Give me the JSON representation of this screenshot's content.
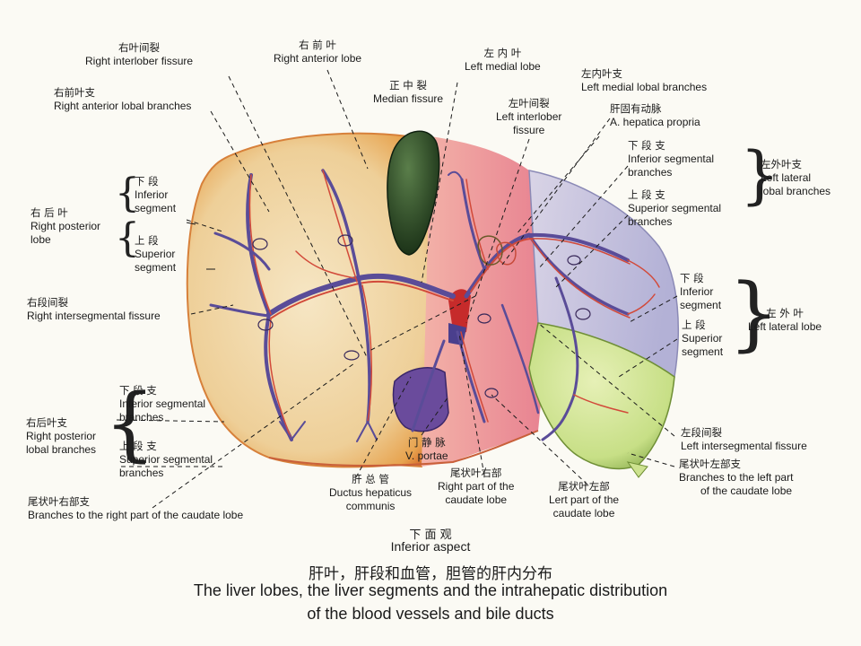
{
  "labels": {
    "right_interlobar": {
      "zh": "右叶间裂",
      "en": "Right interlober fissure"
    },
    "right_anterior_lobe": {
      "zh": "右 前 叶",
      "en": "Right anterior lobe"
    },
    "left_medial_lobe": {
      "zh": "左 内 叶",
      "en": "Left medial lobe"
    },
    "median_fissure": {
      "zh": "正 中 裂",
      "en": "Median fissure"
    },
    "left_medial_lobal_branches": {
      "zh": "左内叶支",
      "en": "Left medial lobal branches"
    },
    "right_anterior_lobal_branches": {
      "zh": "右前叶支",
      "en": "Right anterior lobal branches"
    },
    "left_interlobar_fissure": {
      "zh": "左叶间裂",
      "en1": "Left interlober",
      "en2": "fissure"
    },
    "hepatica_propria": {
      "zh": "肝固有动脉",
      "en": "A. hepatica propria"
    },
    "right_posterior_lobe": {
      "zh": "右 后 叶",
      "en1": "Right posterior",
      "en2": "lobe"
    },
    "rp_inferior_segment": {
      "zh": "下 段",
      "en1": "Inferior",
      "en2": "segment"
    },
    "rp_superior_segment": {
      "zh": "上 段",
      "en1": "Superior",
      "en2": "segment"
    },
    "ll_inferior_segmental_branches": {
      "zh": "下 段 支",
      "en1": "Inferior segmental",
      "en2": "branches"
    },
    "ll_superior_segmental_branches": {
      "zh": "上 段 支",
      "en1": "Superior segmental",
      "en2": "branches"
    },
    "left_lateral_lobal_branches": {
      "zh": "左外叶支",
      "en1": "Left lateral",
      "en2": "lobal branches"
    },
    "right_intersegmental_fissure": {
      "zh": "右段间裂",
      "en": "Right intersegmental fissure"
    },
    "ll_inferior_segment": {
      "zh": "下 段",
      "en1": "Inferior",
      "en2": "segment"
    },
    "ll_superior_segment": {
      "zh": "上 段",
      "en1": "Superior",
      "en2": "segment"
    },
    "left_lateral_lobe": {
      "zh": "左 外 叶",
      "en": "Left lateral lobe"
    },
    "rp_inferior_segmental_branches": {
      "zh": "下 段 支",
      "en1": "Inferior segmental",
      "en2": "branches"
    },
    "rp_superior_segmental_branches": {
      "zh": "上 段 支",
      "en1": "Superior segmental",
      "en2": "branches"
    },
    "right_posterior_lobal_branches": {
      "zh": "右后叶支",
      "en1": "Right posterior",
      "en2": "lobal branches"
    },
    "left_intersegmental_fissure": {
      "zh": "左段间裂",
      "en": "Left intersegmental fissure"
    },
    "caudate_left_branches": {
      "zh": "尾状叶左部支",
      "en1": "Branches to the left part",
      "en2": "of the caudate lobe"
    },
    "v_portae": {
      "zh": "门 静 脉",
      "en": "V. portae"
    },
    "ductus_hepaticus": {
      "zh": "肝 总 管",
      "en1": "Ductus hepaticus",
      "en2": "communis"
    },
    "caudate_right_part": {
      "zh": "尾状叶右部",
      "en1": "Right part of the",
      "en2": "caudate lobe"
    },
    "caudate_left_part": {
      "zh": "尾状叶左部",
      "en1": "Lert part of the",
      "en2": "caudate lobe"
    },
    "caudate_right_branches": {
      "zh": "尾状叶右部支",
      "en": "Branches to the right part of the caudate lobe"
    }
  },
  "caption": {
    "aspect_zh": "下 面 观",
    "aspect_en": "Inferior aspect",
    "title_zh": "肝叶，肝段和血管，胆管的肝内分布",
    "title_en_line1": "The liver lobes, the liver segments and the intrahepatic distribution",
    "title_en_line2": "of the blood vessels and bile ducts"
  }
}
